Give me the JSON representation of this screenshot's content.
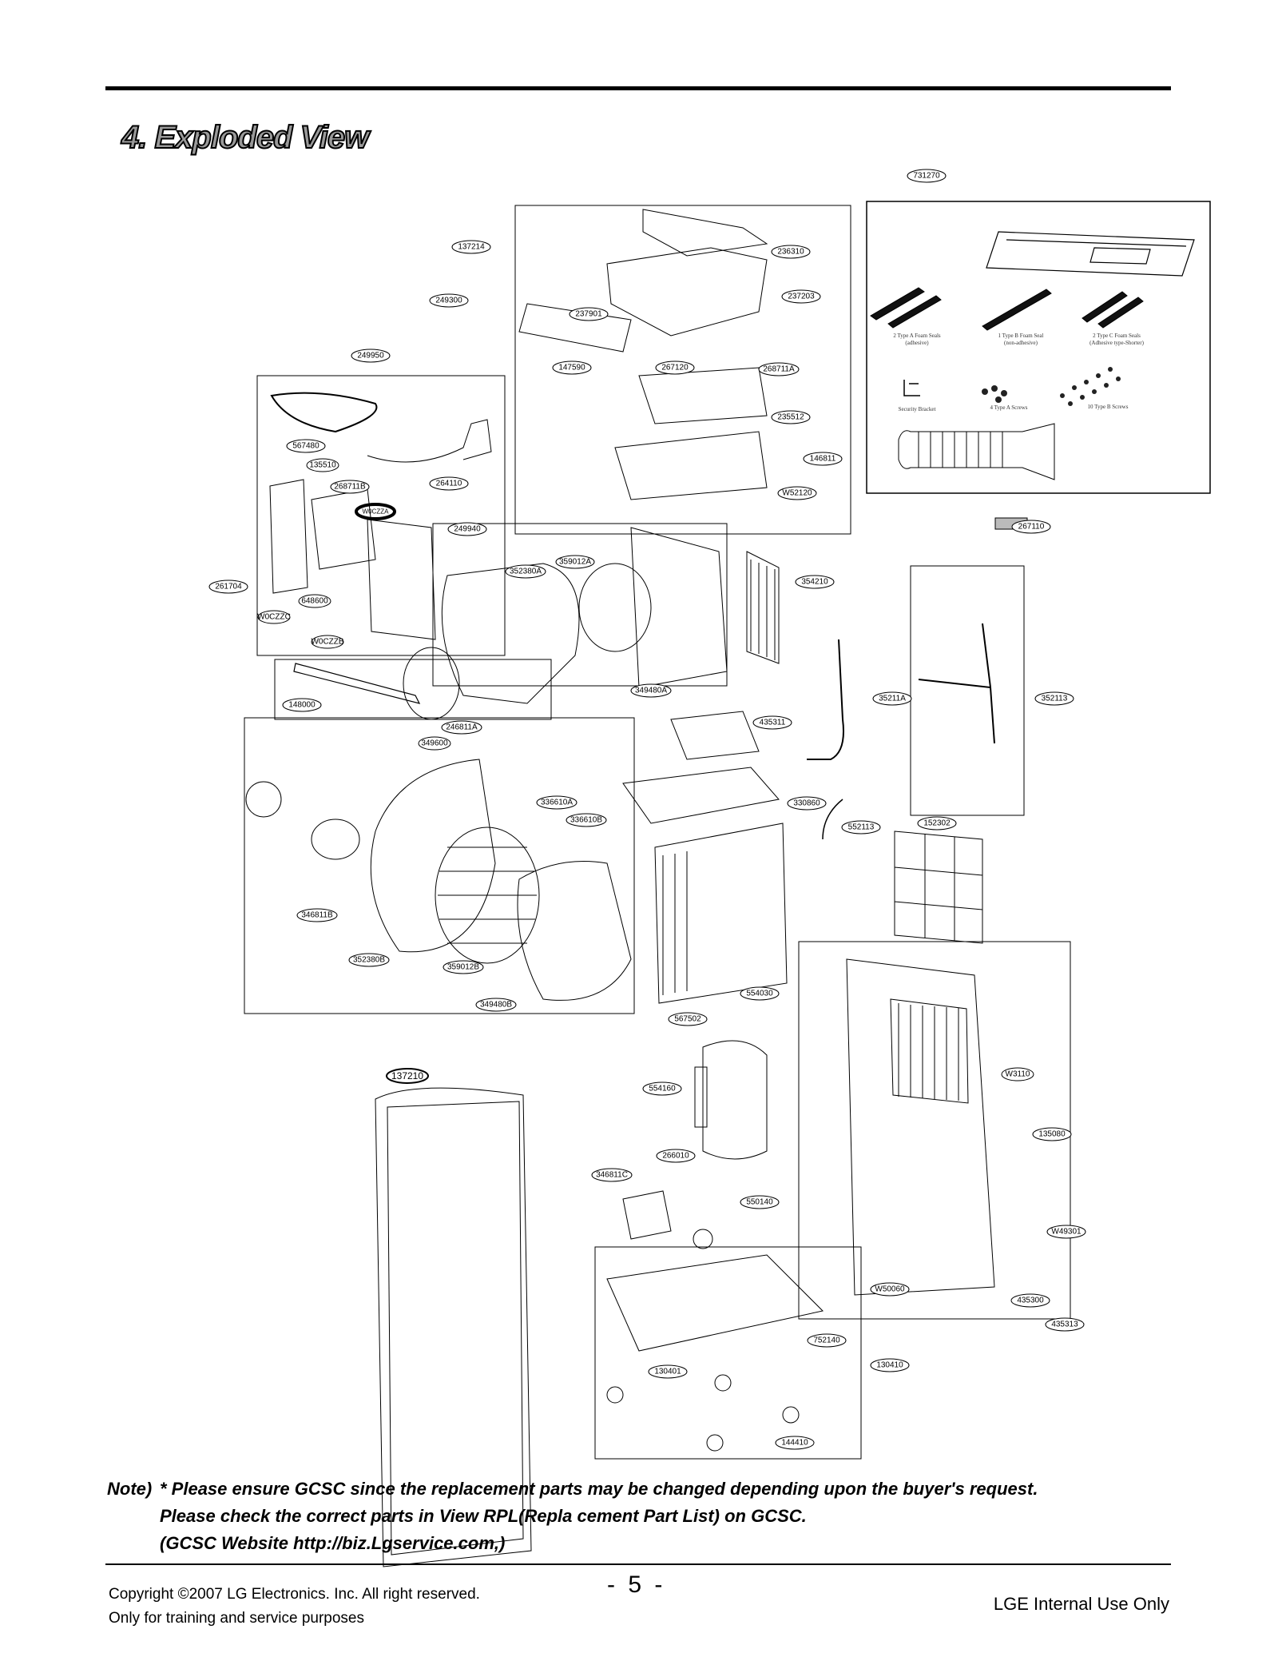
{
  "heading": "4. Exploded View",
  "parts": {
    "p731270": "731270",
    "p137214": "137214",
    "p236310": "236310",
    "p237203": "237203",
    "p249300": "249300",
    "p237901": "237901",
    "p147590": "147590",
    "p267120": "267120",
    "p268711A": "268711A",
    "p249950": "249950",
    "p235512": "235512",
    "p146811": "146811",
    "pW52120": "W52120",
    "p567480": "567480",
    "p135510": "135510",
    "p264110": "264110",
    "p268711B": "268711B",
    "pW0CZZA": "W0CZZA",
    "p249940": "249940",
    "p359012A": "359012A",
    "p352380A": "352380A",
    "p354210": "354210",
    "p261704": "261704",
    "p648600": "648600",
    "pW0CZZC": "W0CZZC",
    "pW0CZZB": "W0CZZB",
    "p349480A": "349480A",
    "p148000": "148000",
    "p246811A": "246811A",
    "p349600": "349600",
    "p435311": "435311",
    "p35211A": "35211A",
    "p352113": "352113",
    "p267110": "267110",
    "p336610A": "336610A",
    "p336610B": "336610B",
    "p330860": "330860",
    "p552113": "552113",
    "p152302": "152302",
    "p346811B": "346811B",
    "p352380B": "352380B",
    "p359012B": "359012B",
    "p349480B": "349480B",
    "p554030": "554030",
    "p567502": "567502",
    "p137210": "137210",
    "p554160": "554160",
    "pW3110": "W3110",
    "p135080": "135080",
    "p266010": "266010",
    "p346811C": "346811C",
    "p550140": "550140",
    "pW49301": "W49301",
    "pW50060": "W50060",
    "p435300": "435300",
    "p435313": "435313",
    "p752140": "752140",
    "p130410": "130410",
    "p130401": "130401",
    "p144410": "144410"
  },
  "accessory_captions": {
    "seal_a": "2 Type A Foam Seals",
    "seal_a2": "(adhesive)",
    "seal_b": "1 Type B Foam Seal",
    "seal_b2": "(non-adhesive)",
    "seal_c": "2 Type C Foam Seals",
    "seal_c2": "(Adhesive type-Shorter)",
    "bracket": "Security Bracket",
    "screws_a": "4 Type A Screws",
    "screws_b": "10 Type B Screws"
  },
  "note": {
    "tag": "Note)",
    "line1": "* Please ensure GCSC since the replacement parts may be changed depending upon the buyer's request.",
    "line2": "Please check  the correct parts in View RPL(Repla   cement Part List) on GCSC.",
    "line3": "(GCSC Website  http://biz.Lgservice.com,)"
  },
  "footer": {
    "copyright": "Copyright ©2007 LG Electronics. Inc. All right reserved.",
    "purpose": "Only for training and service purposes",
    "page": "- 5 -",
    "internal": "LGE Internal Use Only"
  }
}
